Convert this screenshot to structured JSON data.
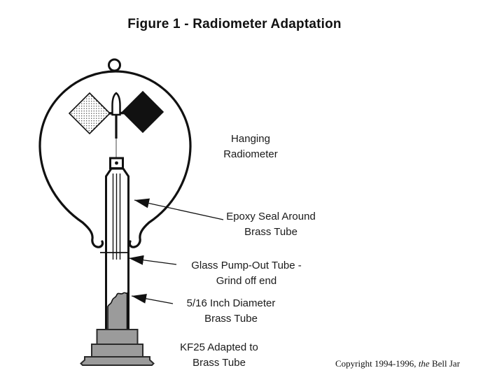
{
  "figure": {
    "title": "Figure 1 - Radiometer Adaptation",
    "copyright": {
      "prefix": "Copyright 1994-1996,",
      "journal_article": "the",
      "journal_name": "Bell Jar"
    }
  },
  "labels": {
    "hanging_radiometer": {
      "line1": "Hanging",
      "line2": "Radiometer"
    },
    "epoxy_seal": {
      "line1": "Epoxy Seal Around",
      "line2": "Brass Tube"
    },
    "pump_out_tube": {
      "line1": "Glass Pump-Out Tube -",
      "line2": "Grind off end"
    },
    "brass_tube": {
      "line1": "5/16 Inch Diameter",
      "line2": "Brass Tube"
    },
    "kf25": {
      "line1": "KF25 Adapted to",
      "line2": "Brass Tube"
    }
  },
  "colors": {
    "ink": "#111111",
    "brass_gray": "#9b9b9b",
    "flange_outline": "#2a2a2a",
    "background": "#ffffff"
  }
}
